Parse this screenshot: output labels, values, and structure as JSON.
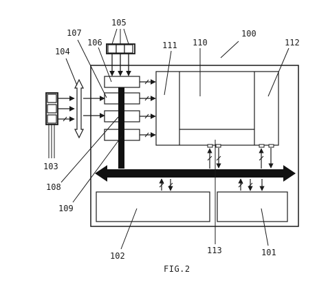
{
  "figure": {
    "caption": "FIG.2",
    "reference_numerals": {
      "r100": "100",
      "r101": "101",
      "r102": "102",
      "r103": "103",
      "r104": "104",
      "r105": "105",
      "r106": "106",
      "r107": "107",
      "r108": "108",
      "r109": "109",
      "r110": "110",
      "r111": "111",
      "r112": "112",
      "r113": "113"
    }
  }
}
